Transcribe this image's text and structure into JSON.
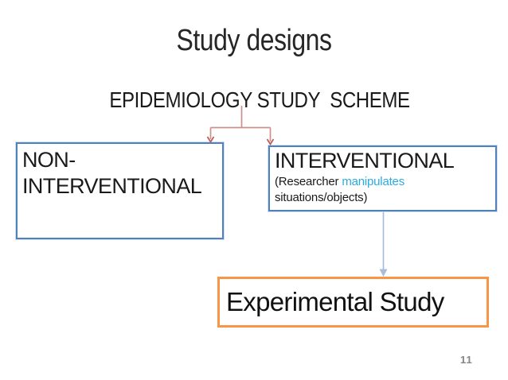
{
  "slide": {
    "title": "Study designs",
    "subtitle": "EPIDEMIOLOGY STUDY  SCHEME",
    "page_number": "11"
  },
  "diagram": {
    "non_interventional": {
      "label": "NON-INTERVENTIONAL"
    },
    "interventional": {
      "label": "INTERVENTIONAL",
      "sub_prefix": "(Researcher",
      "sub_highlight": "manipulates",
      "sub_suffix": "situations/objects)"
    },
    "experimental": {
      "label": "Experimental Study"
    },
    "colors": {
      "blue_box_border": "#4f81bd",
      "orange_box_border": "#f79646",
      "red_connector_line": "#cb918f",
      "red_connector_arrowhead": "#bf5b55",
      "blue_connector_line": "#a9bcd9",
      "manipulates_highlight": "#29abe2",
      "page_number_gray": "#848484"
    }
  }
}
